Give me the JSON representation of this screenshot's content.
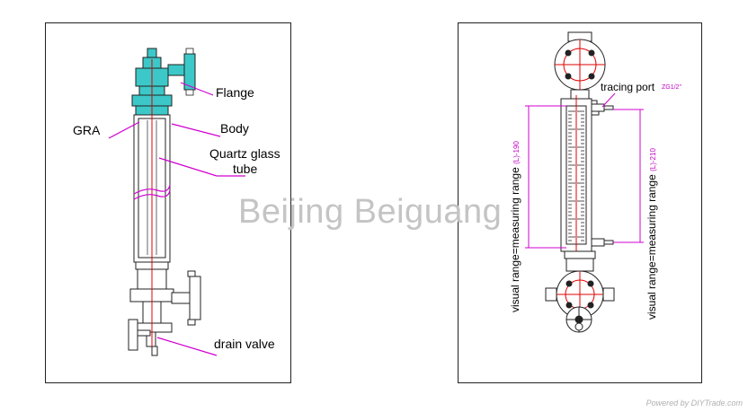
{
  "left_diagram": {
    "labels": {
      "flange": "Flange",
      "gra": "GRA",
      "body": "Body",
      "quartz_line1": "Quartz glass",
      "quartz_line2": "tube",
      "drain_valve": "drain valve"
    }
  },
  "right_diagram": {
    "tracing_port": "tracing port",
    "tracing_port_spec": "ZG1/2\"",
    "left_vertical_text": "visual range=measuring range",
    "left_vertical_value": "(L)-190",
    "right_vertical_text": "visual range=measuring range",
    "right_vertical_value": "(L)-210"
  },
  "watermark": "Beijing Beiguang",
  "footer": "Powered by DIYTrade.com",
  "colors": {
    "accent_magenta": "#d000d0",
    "flange_cyan": "#3cc8c8",
    "axis_red": "#e00000"
  }
}
